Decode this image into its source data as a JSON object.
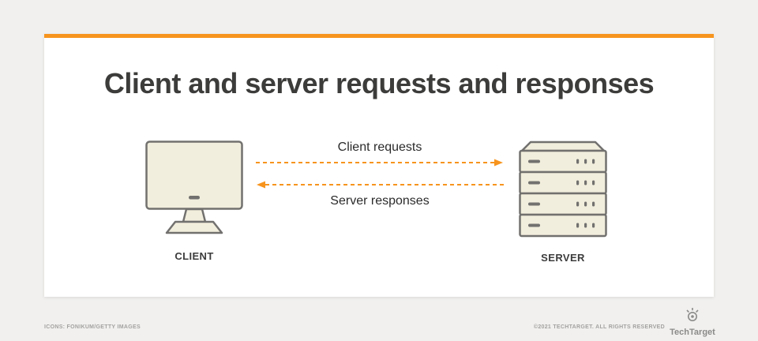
{
  "title": "Client and server requests and responses",
  "diagram": {
    "client_label": "CLIENT",
    "server_label": "SERVER",
    "request_label": "Client requests",
    "response_label": "Server responses"
  },
  "footer": {
    "credits": "ICONS: FONIKUM/GETTY IMAGES",
    "copyright": "©2021 TECHTARGET. ALL RIGHTS RESERVED",
    "brand": "TechTarget"
  },
  "icons": {
    "client": "desktop-monitor-icon",
    "server": "server-stack-icon",
    "brand": "techtarget-eye-icon"
  },
  "colors": {
    "accent": "#f7941d",
    "background": "#f1f0ee",
    "card": "#ffffff",
    "icon_fill": "#f2eedd",
    "icon_stroke": "#72716f",
    "title_text": "#3c3c3b",
    "footer_text": "#a3a2a0"
  }
}
